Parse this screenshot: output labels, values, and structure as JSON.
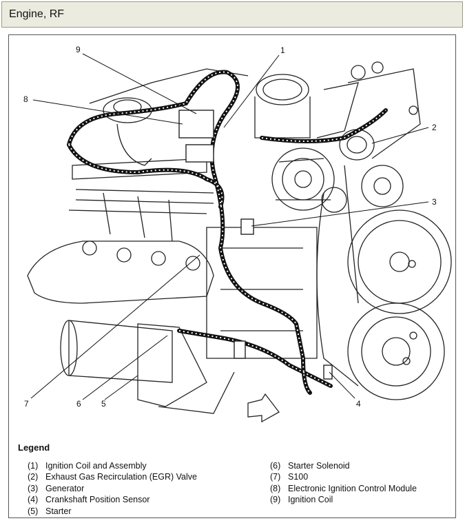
{
  "window": {
    "title": "Engine, RF"
  },
  "callouts": [
    "1",
    "2",
    "3",
    "4",
    "5",
    "6",
    "7",
    "8",
    "9"
  ],
  "legend": {
    "heading": "Legend",
    "left": [
      {
        "num": "(1)",
        "label": "Ignition Coil and Assembly"
      },
      {
        "num": "(2)",
        "label": "Exhaust Gas Recirculation (EGR) Valve"
      },
      {
        "num": "(3)",
        "label": "Generator"
      },
      {
        "num": "(4)",
        "label": "Crankshaft Position Sensor"
      },
      {
        "num": "(5)",
        "label": "Starter"
      }
    ],
    "right": [
      {
        "num": "(6)",
        "label": "Starter Solenoid"
      },
      {
        "num": "(7)",
        "label": "S100"
      },
      {
        "num": "(8)",
        "label": "Electronic Ignition Control Module"
      },
      {
        "num": "(9)",
        "label": "Ignition Coil"
      }
    ]
  }
}
